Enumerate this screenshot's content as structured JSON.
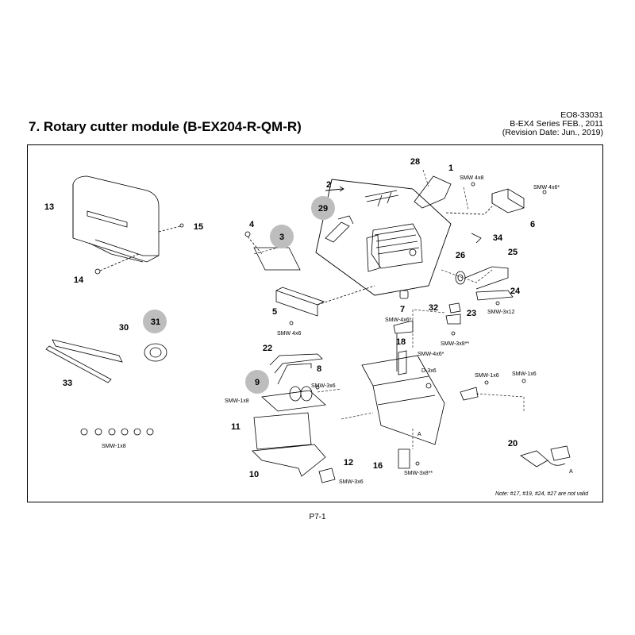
{
  "header": {
    "title": "7. Rotary cutter module (B-EX204-R-QM-R)",
    "doc_number": "EO8-33031",
    "series_line": "B-EX4 Series FEB., 2011",
    "revision_line": "(Revision Date: Jun., 2019)"
  },
  "part_numbers": [
    "1",
    "2",
    "3",
    "4",
    "5",
    "6",
    "7",
    "8",
    "9",
    "10",
    "11",
    "12",
    "13",
    "14",
    "15",
    "16",
    "18",
    "20",
    "22",
    "23",
    "24",
    "25",
    "26",
    "28",
    "29",
    "30",
    "31",
    "32",
    "33",
    "34"
  ],
  "highlighted_parts": [
    "29",
    "3",
    "31",
    "9"
  ],
  "screw_labels": {
    "smw_4x8": "SMW 4x8",
    "smw_4x6_star_top": "SMW 4x6*",
    "smw_4x6": "SMW 4x6",
    "smw_3x12": "SMW-3x12",
    "smw_4x6_star_mid": "SMW-4x6*",
    "smw_3x8_dstar": "SMW-3x8**",
    "smw_4x6_star_low": "SMW-4x6*",
    "d_3x6": "D-3x6",
    "smw_1x6_a": "SMW-1x6",
    "smw_1x6_b": "SMW-1x6",
    "smw_3x6_a": "SMW-3x6",
    "smw_1x8_a": "SMW-1x8",
    "smw_1x8_b": "SMW-1x8",
    "smw_3x6_b": "SMW-3x6",
    "smw_3x8_dstar_b": "SMW-3x8**"
  },
  "reference_letters": {
    "a1": "A",
    "a2": "A"
  },
  "note": "Note: #17, #19, #24, #27 are not valid",
  "footer": {
    "page": "P7-1"
  }
}
